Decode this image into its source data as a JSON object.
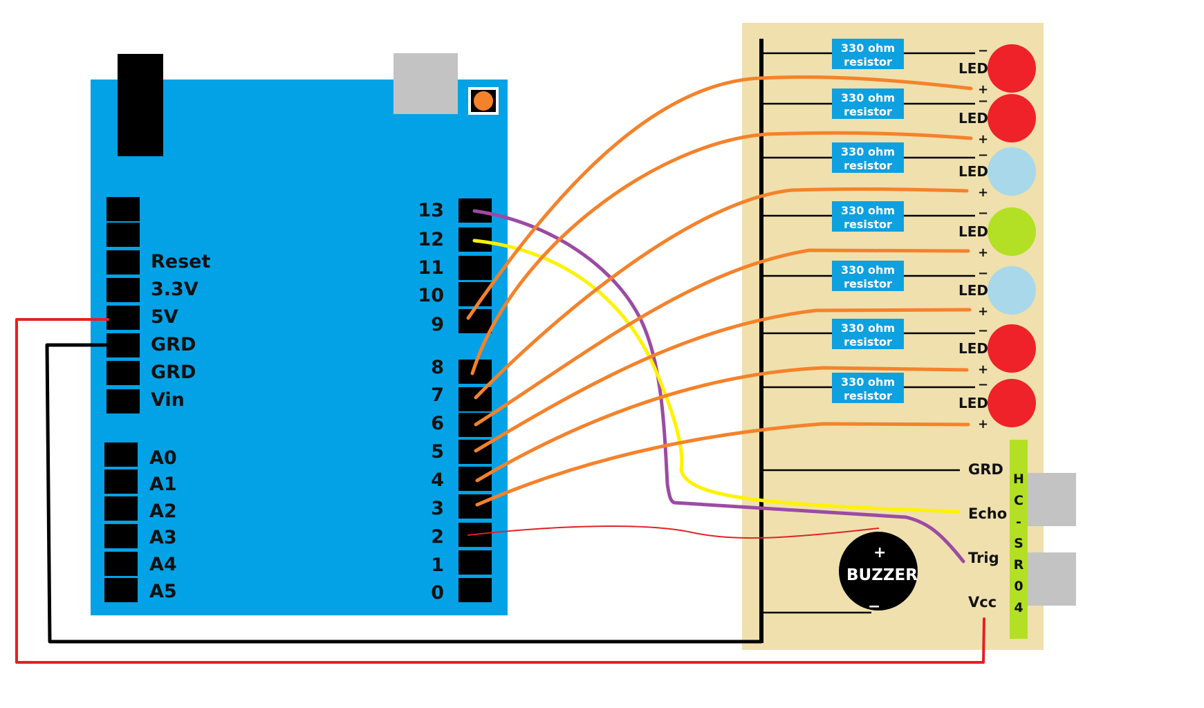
{
  "arduino": {
    "left_pins": [
      "Reset",
      "3.3V",
      "5V",
      "GRD",
      "GRD",
      "Vin"
    ],
    "analog_pins": [
      "A0",
      "A1",
      "A2",
      "A3",
      "A4",
      "A5"
    ],
    "digital_pins": [
      "13",
      "12",
      "11",
      "10",
      "9",
      "8",
      "7",
      "6",
      "5",
      "4",
      "3",
      "2",
      "1",
      "0"
    ]
  },
  "resistor": {
    "line1": "330 ohm",
    "line2": "resistor"
  },
  "leds": [
    {
      "label": "LED",
      "color": "#ee2228",
      "minus": "−",
      "plus": "+"
    },
    {
      "label": "LED",
      "color": "#ee2228",
      "minus": "−",
      "plus": "+"
    },
    {
      "label": "LED",
      "color": "#a8d8ea",
      "minus": "−",
      "plus": "+"
    },
    {
      "label": "LED",
      "color": "#b3e024",
      "minus": "−",
      "plus": "+"
    },
    {
      "label": "LED",
      "color": "#a8d8ea",
      "minus": "−",
      "plus": "+"
    },
    {
      "label": "LED",
      "color": "#ee2228",
      "minus": "−",
      "plus": "+"
    },
    {
      "label": "LED",
      "color": "#ee2228",
      "minus": "−",
      "plus": "+"
    }
  ],
  "sensor": {
    "pins": [
      "GRD",
      "Echo",
      "Trig",
      "Vcc"
    ],
    "name_letters": [
      "H",
      "C",
      "-",
      "S",
      "R",
      "0",
      "4"
    ]
  },
  "buzzer": {
    "label": "BUZZER",
    "plus": "+",
    "minus": "−"
  },
  "colors": {
    "arduino_board": "#03a2e6",
    "breadboard": "#efe0ad",
    "resistor": "#0fa0e0",
    "sensor_strip": "#b3e024",
    "usb": "#c3c3c3",
    "reset_button": "#f4822b",
    "wire_led": "#f4822b",
    "wire_trig": "#9b4ba3",
    "wire_echo": "#fff200",
    "wire_buzzer": "#e32024",
    "wire_power": "#e32024",
    "wire_ground": "#000000"
  }
}
